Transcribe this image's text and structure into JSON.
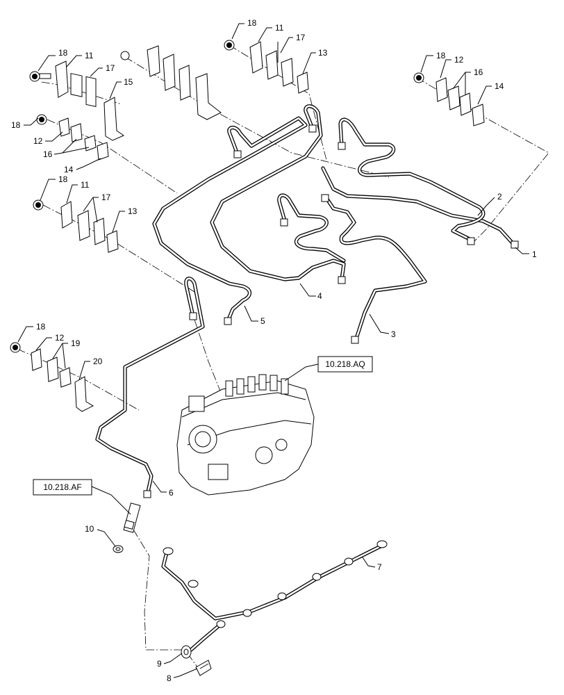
{
  "callouts": {
    "c1": "1",
    "c2": "2",
    "c3": "3",
    "c4": "4",
    "c5": "5",
    "c6": "6",
    "c7": "7",
    "c8": "8",
    "c9": "9",
    "c10": "10",
    "c11a": "11",
    "c11b": "11",
    "c11c": "11",
    "c12a": "12",
    "c12b": "12",
    "c12c": "12",
    "c13a": "13",
    "c13b": "13",
    "c14a": "14",
    "c14b": "14",
    "c15": "15",
    "c16a": "16",
    "c16b": "16",
    "c17a": "17",
    "c17b": "17",
    "c17c": "17",
    "c18a": "18",
    "c18b": "18",
    "c18c": "18",
    "c18d": "18",
    "c18e": "18",
    "c19": "19",
    "c20": "20"
  },
  "references": {
    "injection_pump": "10.218.AQ",
    "injector": "10.218.AF"
  }
}
